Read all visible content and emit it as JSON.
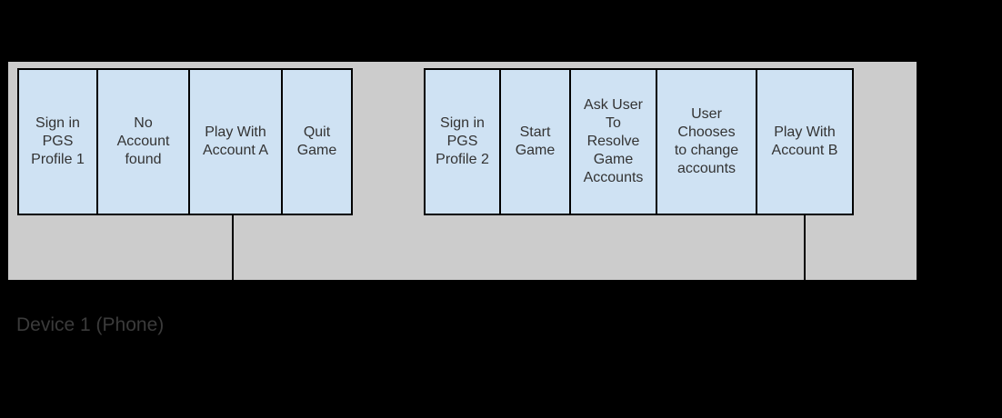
{
  "diagram": {
    "title": "PGS sign-in flow swimlane",
    "colors": {
      "background": "#000000",
      "lane_fill": "#cccccc",
      "box_fill": "#cfe2f3",
      "box_border": "#000000",
      "text": "#333333"
    },
    "lane": {
      "device_label": "Device 1 (Phone)"
    },
    "groups": [
      {
        "name": "device1-sequence",
        "boxes": [
          {
            "label": "Sign in\nPGS\nProfile 1"
          },
          {
            "label": "No\nAccount\nfound"
          },
          {
            "label": "Play With\nAccount A"
          },
          {
            "label": "Quit\nGame"
          }
        ]
      },
      {
        "name": "device2-sequence",
        "boxes": [
          {
            "label": "Sign in\nPGS\nProfile 2"
          },
          {
            "label": "Start\nGame"
          },
          {
            "label": "Ask User\nTo\nResolve\nGame\nAccounts"
          },
          {
            "label": "User\nChooses\nto change\naccounts"
          },
          {
            "label": "Play With\nAccount B"
          }
        ]
      }
    ],
    "connectors": [
      {
        "name": "connector-from-play-with-account-a"
      },
      {
        "name": "connector-from-play-with-account-b"
      }
    ]
  }
}
